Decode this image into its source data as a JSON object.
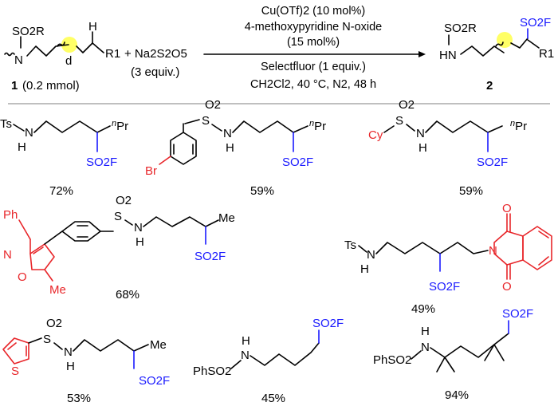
{
  "reaction": {
    "substrate": {
      "group": "SO2R",
      "n": "N",
      "h": "H",
      "r1": "R1",
      "d": "d",
      "compound": "1",
      "amount": "(0.2 mmol)"
    },
    "reagent": {
      "formula": "+ Na2S2O5",
      "equiv": "(3 equiv.)"
    },
    "conditions_above": [
      "Cu(OTf)2 (10 mol%)",
      "4-methoxypyridine N-oxide",
      "(15 mol%)"
    ],
    "conditions_below": [
      "Selectfluor (1 equiv.)",
      "CH2Cl2, 40 °C, N2, 48 h"
    ],
    "product": {
      "group": "SO2R",
      "hn": "HN",
      "so2f": "SO2F",
      "r1": "R1",
      "compound": "2"
    }
  },
  "examples": [
    {
      "labels": [
        "Ts",
        "N",
        "H",
        "nPr",
        "SO2F"
      ],
      "yield": "72%"
    },
    {
      "labels": [
        "O2",
        "S",
        "N",
        "H",
        "nPr",
        "Br",
        "SO2F"
      ],
      "yield": "59%"
    },
    {
      "labels": [
        "O2",
        "Cy",
        "S",
        "N",
        "H",
        "nPr",
        "SO2F"
      ],
      "yield": "59%"
    },
    {
      "labels": [
        "Ph",
        "N",
        "O",
        "Me",
        "O2",
        "S",
        "N",
        "H",
        "Me",
        "SO2F"
      ],
      "yield": "68%"
    },
    {
      "labels": [
        "Ts",
        "N",
        "H",
        "SO2F",
        "O",
        "N",
        "O"
      ],
      "yield": "49%"
    },
    {
      "labels": [
        "O2",
        "S",
        "S",
        "N",
        "H",
        "Me",
        "SO2F"
      ],
      "yield": "53%"
    },
    {
      "labels": [
        "PhSO2",
        "N",
        "H",
        "SO2F"
      ],
      "yield": "45%"
    },
    {
      "labels": [
        "PhSO2",
        "N",
        "H",
        "SO2F"
      ],
      "yield": "94%"
    }
  ],
  "colors": {
    "substituent": "#e8262a",
    "sulfonyl_fluoride": "#1a1aff",
    "highlight": "#ffff66",
    "divider": "#999999"
  }
}
